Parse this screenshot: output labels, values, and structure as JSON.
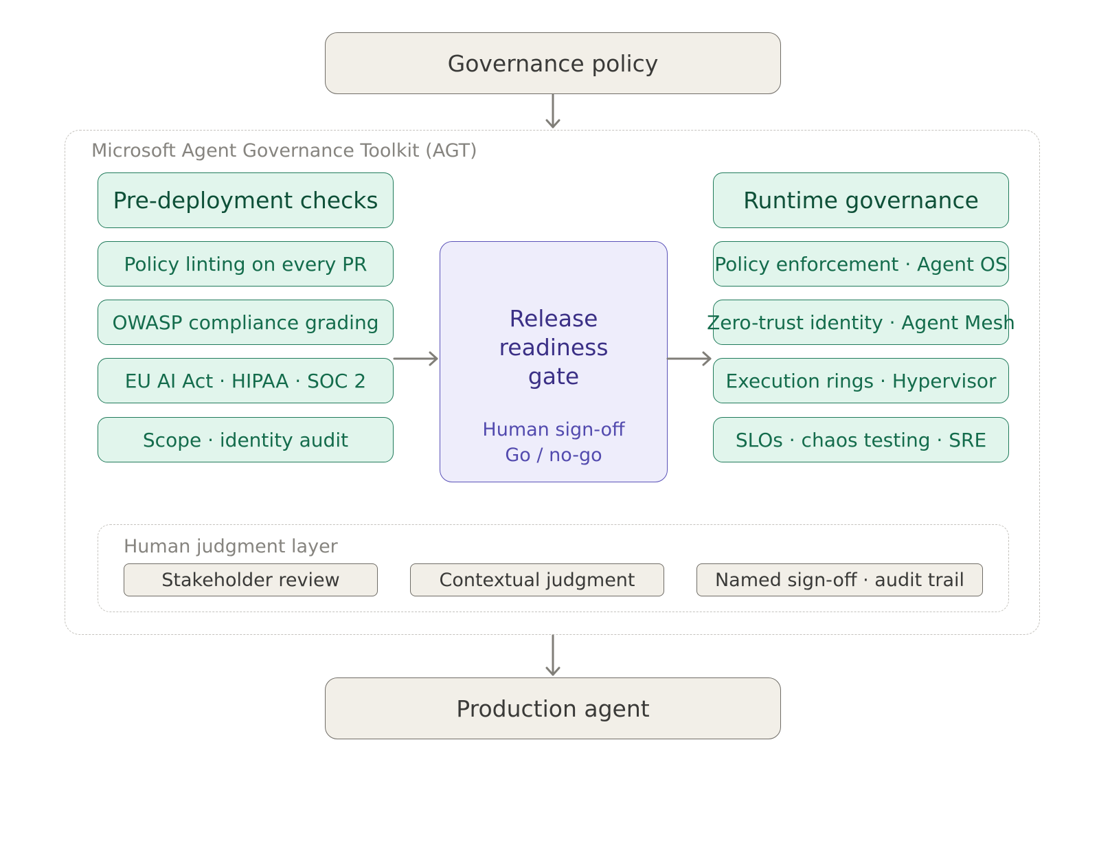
{
  "top_node": {
    "label": "Governance policy"
  },
  "toolkit": {
    "label": "Microsoft Agent Governance Toolkit (AGT)",
    "pre_deployment": {
      "header": "Pre-deployment checks",
      "items": [
        "Policy linting on every PR",
        "OWASP compliance grading",
        "EU AI Act · HIPAA · SOC 2",
        "Scope · identity audit"
      ]
    },
    "gate": {
      "title_lines": [
        "Release",
        "readiness",
        "gate"
      ],
      "sub_lines": [
        "Human sign-off",
        "Go / no-go"
      ]
    },
    "runtime": {
      "header": "Runtime governance",
      "items": [
        "Policy enforcement · Agent OS",
        "Zero-trust identity · Agent Mesh",
        "Execution rings · Hypervisor",
        "SLOs · chaos testing · SRE"
      ]
    },
    "human_layer": {
      "label": "Human judgment layer",
      "items": [
        "Stakeholder review",
        "Contextual judgment",
        "Named sign-off · audit trail"
      ]
    }
  },
  "bottom_node": {
    "label": "Production agent"
  },
  "colors": {
    "node_fill": "#f2efe8",
    "green_fill": "#e1f5ec",
    "green_stroke": "#1f7a5a",
    "gate_fill": "#eeedfb",
    "gate_stroke": "#5a52b8",
    "arrow": "#807e78",
    "dashed": "#c4c2bd"
  }
}
